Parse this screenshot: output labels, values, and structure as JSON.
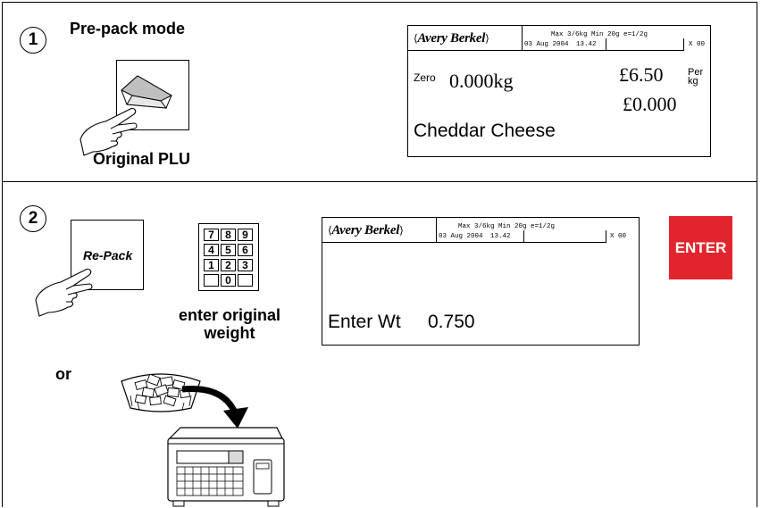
{
  "step1": {
    "number": "1",
    "title": "Pre-pack mode",
    "caption": "Original PLU"
  },
  "step2": {
    "number": "2",
    "repack_key": "Re-Pack",
    "keypad_keys": [
      "7",
      "8",
      "9",
      "4",
      "5",
      "6",
      "1",
      "2",
      "3",
      "",
      "0",
      ""
    ],
    "keypad_caption_line1": "enter original",
    "keypad_caption_line2": "weight",
    "or_label": "or",
    "enter_button": "ENTER"
  },
  "display1": {
    "brand": "Avery Berkel",
    "spec": "Max 3/6kg Min 20g e=1/2g",
    "date": "03 Aug 2004",
    "time": "13.42",
    "counter": "X 00",
    "zero_label": "Zero",
    "weight": "0.000kg",
    "price": "£6.50",
    "per_line1": "Per",
    "per_line2": "kg",
    "total": "£0.000",
    "product": "Cheddar Cheese"
  },
  "display2": {
    "brand": "Avery Berkel",
    "spec": "Max 3/6kg Min 20g e=1/2g",
    "date": "03 Aug 2004",
    "time": "13.42",
    "counter": "X 00",
    "prompt": "Enter Wt",
    "value": "0.750"
  },
  "colors": {
    "enter_button": "#e2252d",
    "outline": "#000000",
    "gray_fill": "#d9d9d9"
  },
  "icons": [
    "wedge-key-icon",
    "pointing-hand-icon",
    "numeric-keypad-icon",
    "cheese-scoop-icon",
    "curved-arrow-icon",
    "scale-icon"
  ]
}
